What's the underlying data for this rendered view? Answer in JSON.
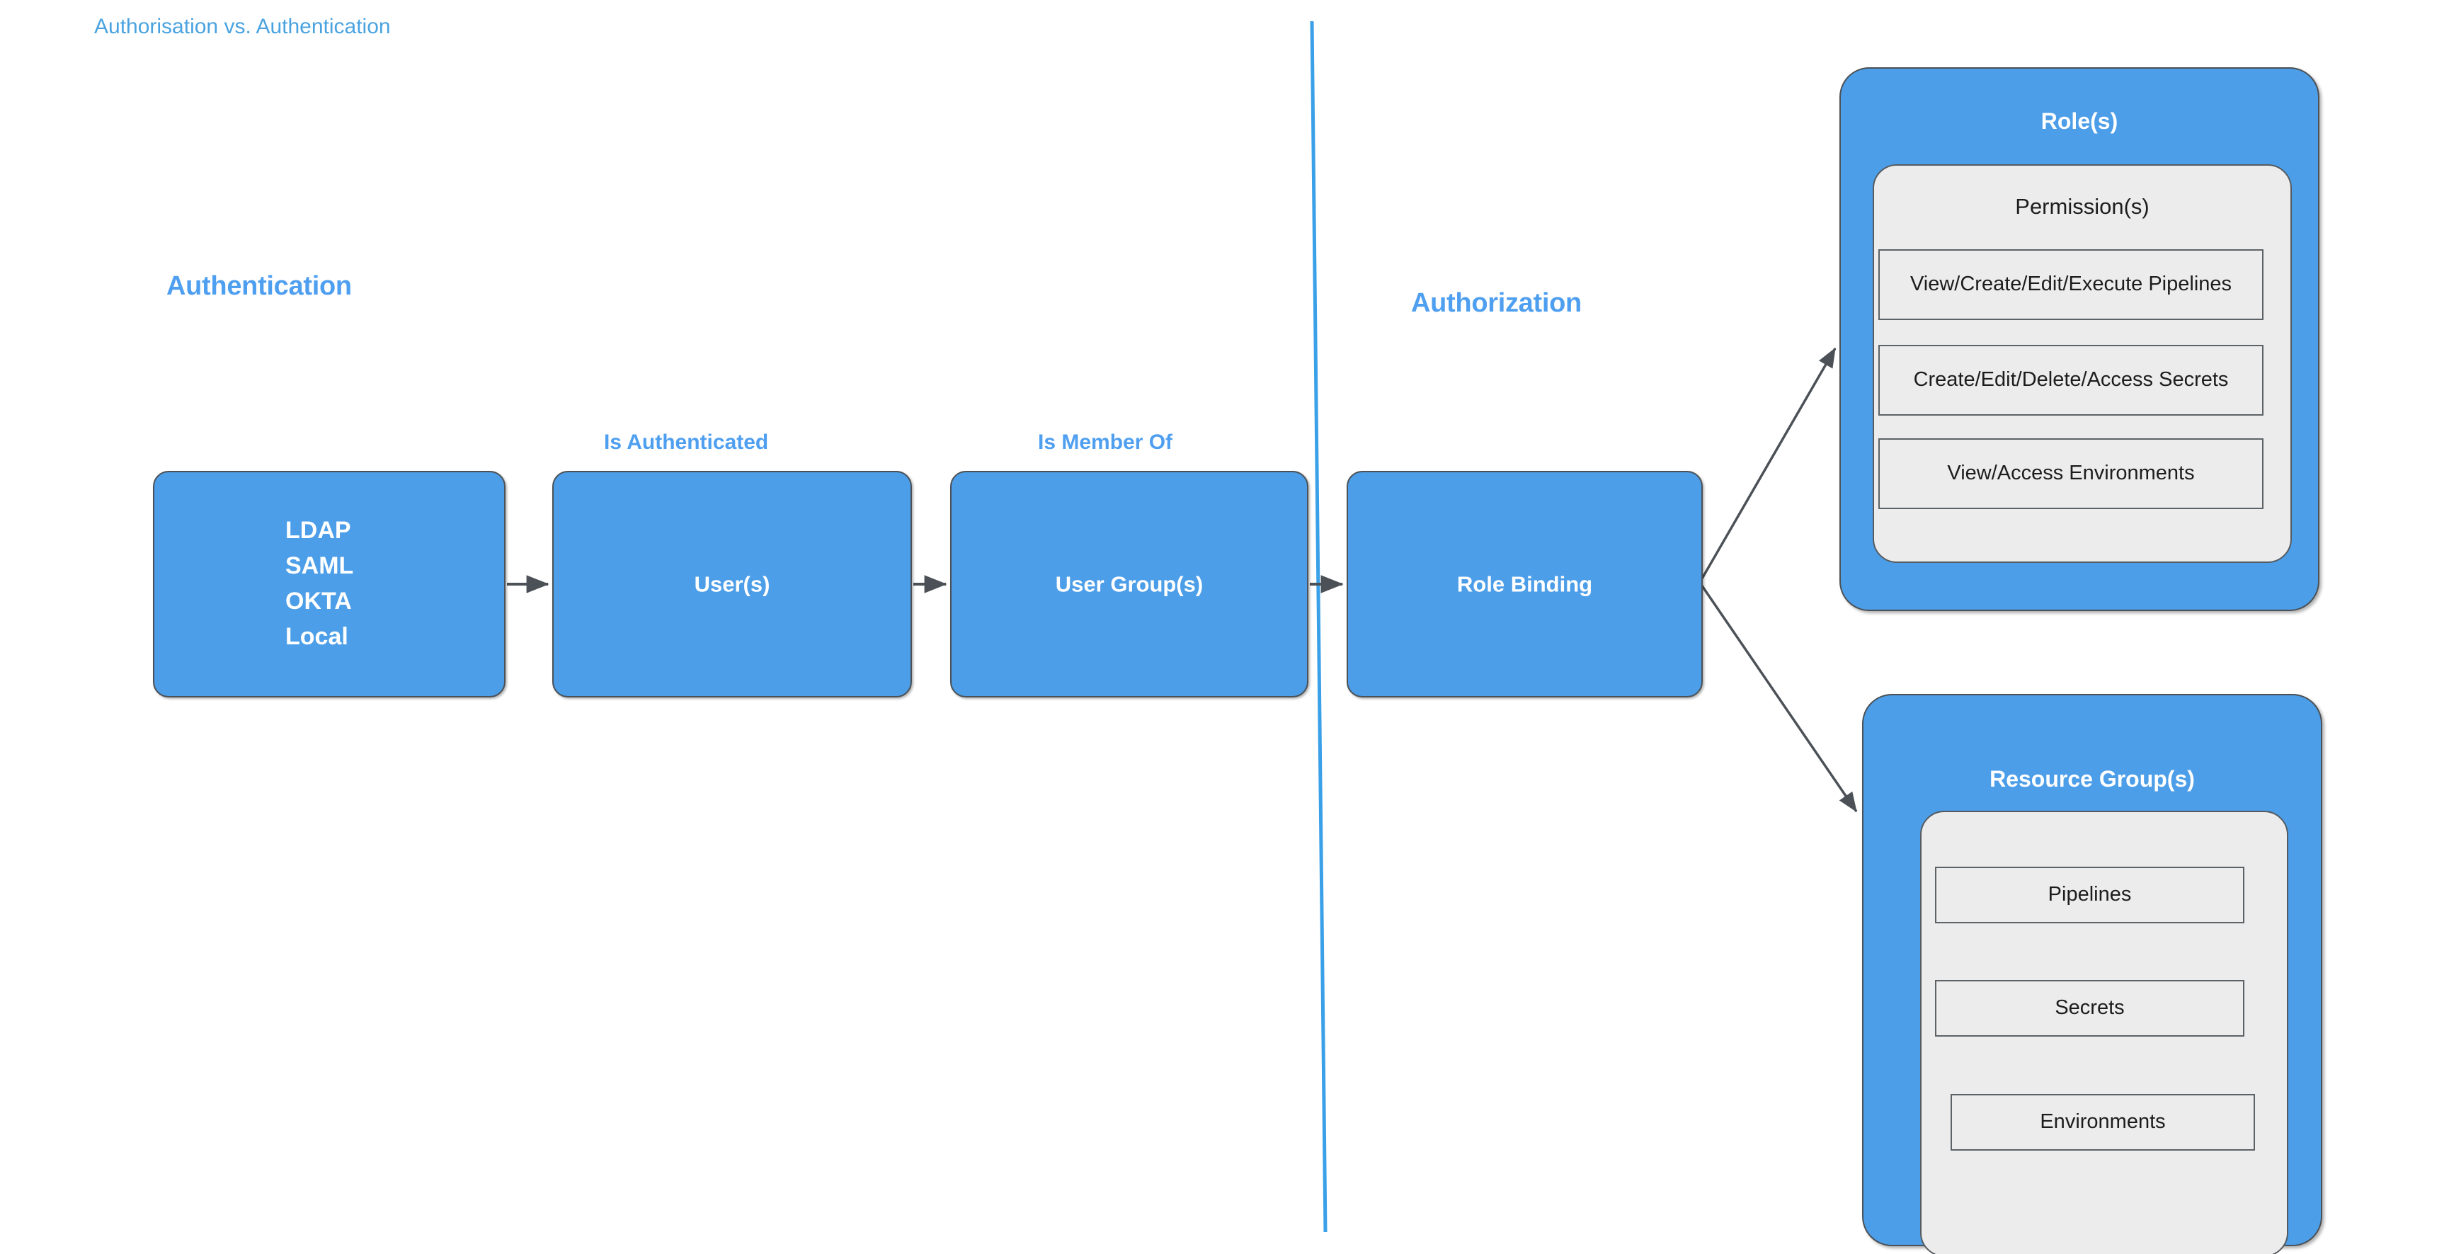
{
  "title": "Authorisation vs. Authentication",
  "colors": {
    "title_blue": "#4aa3e0",
    "heading_blue": "#4f9ff0",
    "box_blue": "#4d9ee8",
    "panel_gray": "#ececec",
    "stroke_dark": "#4b5156",
    "divider_blue": "#3aa0e8",
    "arrow_gray": "#4b5156"
  },
  "sections": {
    "authentication_heading": "Authentication",
    "authorization_heading": "Authorization"
  },
  "edge_labels": {
    "is_authenticated": "Is Authenticated",
    "is_member_of": "Is Member Of"
  },
  "flow": {
    "identity_providers": {
      "items": [
        "LDAP",
        "SAML",
        "OKTA",
        "Local"
      ]
    },
    "users": {
      "label": "User(s)"
    },
    "user_groups": {
      "label": "User Group(s)"
    },
    "role_binding": {
      "label": "Role Binding"
    }
  },
  "roles_panel": {
    "title": "Role(s)",
    "permissions_heading": "Permission(s)",
    "permissions": [
      "View/Create/Edit/Execute Pipelines",
      "Create/Edit/Delete/Access Secrets",
      "View/Access Environments"
    ]
  },
  "resource_groups_panel": {
    "title": "Resource Group(s)",
    "resources": [
      "Pipelines",
      "Secrets",
      "Environments"
    ]
  }
}
